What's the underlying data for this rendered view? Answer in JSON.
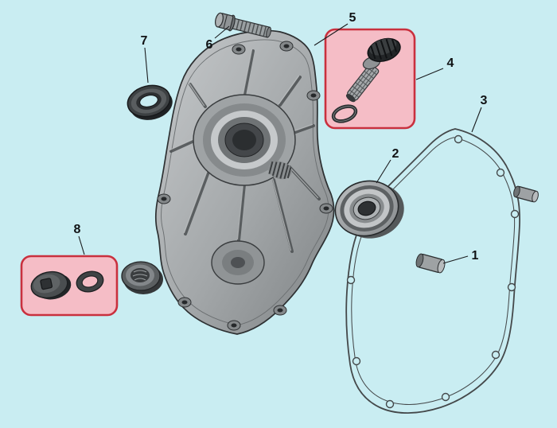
{
  "diagram": {
    "background_color": "#c9edf2",
    "highlight_fill": "#f5bdc6",
    "highlight_border": "#c9303e",
    "callouts": [
      {
        "label": "1",
        "part": "dowel-pin"
      },
      {
        "label": "2",
        "part": "ball-bearing"
      },
      {
        "label": "3",
        "part": "crankcase-cover-gasket"
      },
      {
        "label": "4",
        "part": "oil-dipstick-assembly"
      },
      {
        "label": "5",
        "part": "crankcase-cover"
      },
      {
        "label": "6",
        "part": "flange-bolt"
      },
      {
        "label": "7",
        "part": "oil-seal"
      },
      {
        "label": "8",
        "part": "oil-drain-plug-with-washer"
      }
    ]
  }
}
